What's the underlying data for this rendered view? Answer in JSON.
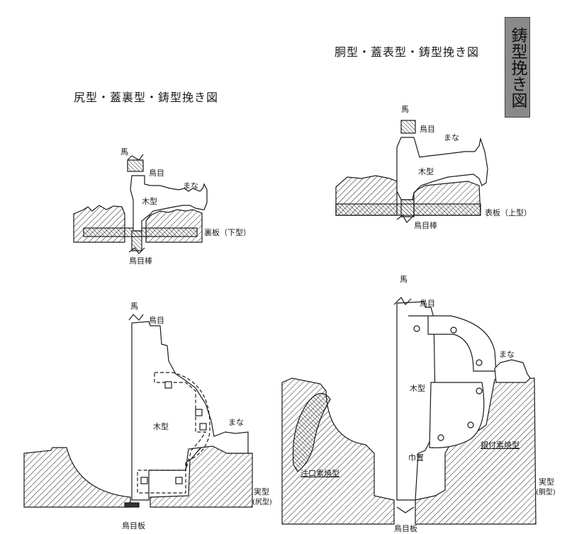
{
  "title_tab": "鋳型挽き図",
  "top_right": {
    "title": "胴型・蓋表型・鋳型挽き図",
    "labels": {
      "uma": "馬",
      "torime": "鳥目",
      "mana": "まな",
      "kigata": "木型",
      "board": "表板（上型）",
      "rod": "鳥目棒"
    }
  },
  "top_left": {
    "title": "尻型・蓋裏型・鋳型挽き図",
    "labels": {
      "uma": "馬",
      "torime": "鳥目",
      "mana": "まな",
      "kigata": "木型",
      "board": "裏板（下型）",
      "rod": "鳥目棒"
    }
  },
  "bottom_left": {
    "labels": {
      "uma": "馬",
      "torime": "鳥目",
      "kigata": "木型",
      "mana": "まな",
      "jitsugata": "実型",
      "jitsugata_sub": "(尻型)",
      "board": "鳥目板"
    }
  },
  "bottom_right": {
    "labels": {
      "uma": "馬",
      "torime": "鳥目",
      "mana": "まな",
      "kigata": "木型",
      "haba": "巾置",
      "ginzuke": "銀付素焼型",
      "chuko": "注口素焼型",
      "jitsugata": "実型",
      "jitsugata_sub": "(胴型)",
      "board": "鳥目板"
    }
  },
  "colors": {
    "ink": "#1a1a1a",
    "tab": "#8a8a8a"
  }
}
